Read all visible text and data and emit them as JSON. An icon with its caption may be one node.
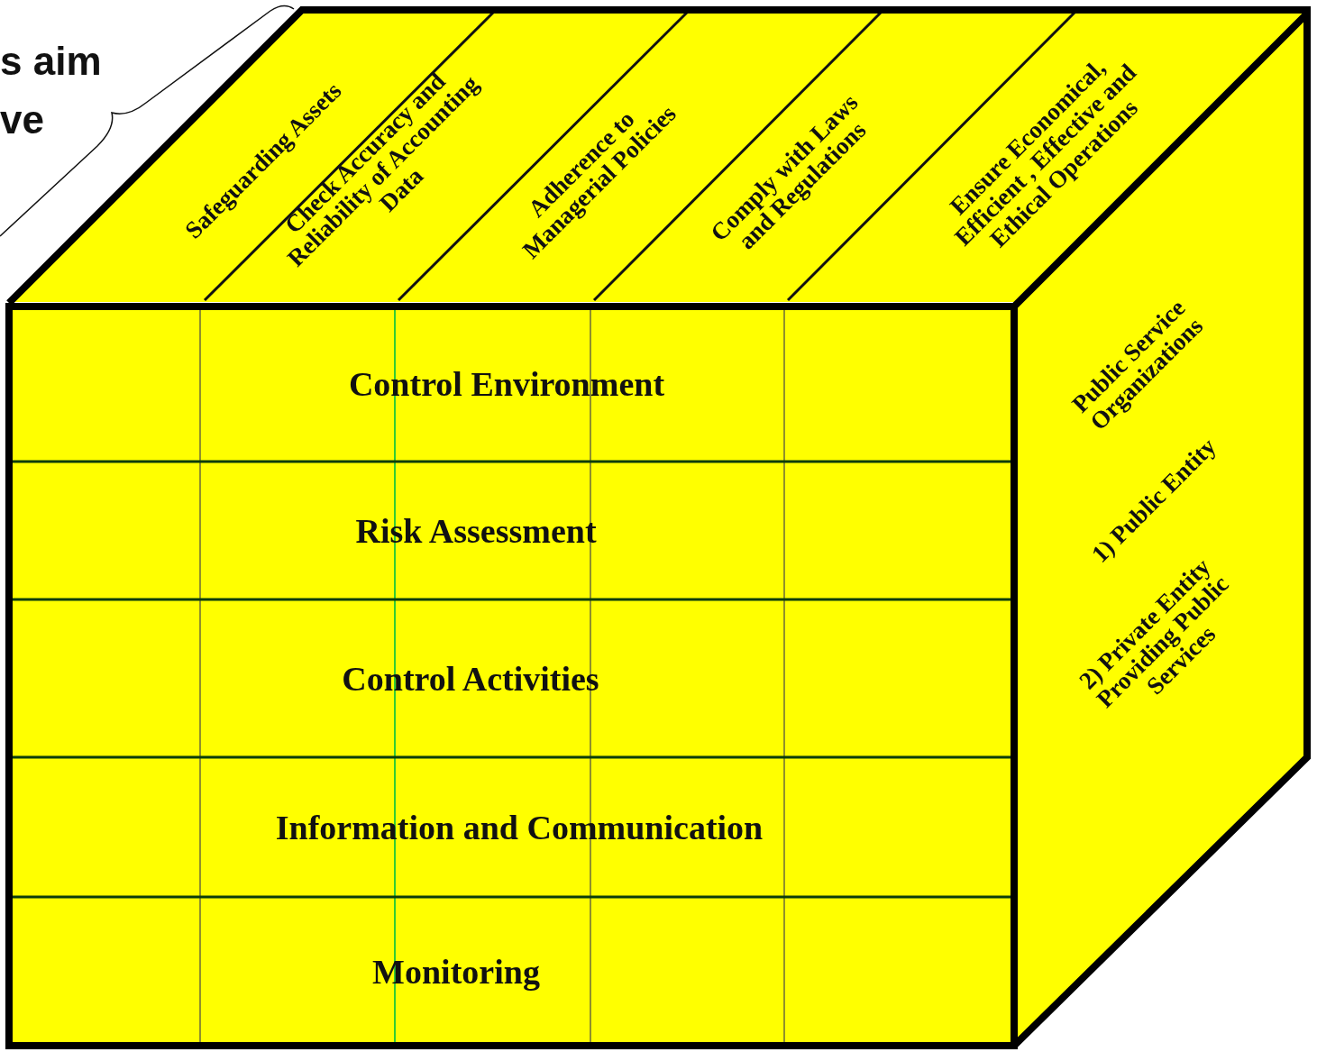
{
  "diagram": {
    "nodes": [
      {
        "text": [
          "Safeguarding Assets"
        ]
      },
      {
        "text": [
          "Check Accuracy and Reliability of Accounting Data"
        ]
      },
      {
        "text": [
          "Adherence to Managerial Policies"
        ]
      },
      {
        "text": [
          "Comply with Laws and Regulations"
        ]
      },
      {
        "text": [
          "Ensure Economical, Efficient , Effective and Ethical Operations"
        ]
      },
      {
        "text": [
          "Control Environment"
        ]
      },
      {
        "text": [
          "Risk Assessment"
        ]
      },
      {
        "text": [
          "Control Activities"
        ]
      },
      {
        "text": [
          "Information and Communication"
        ]
      },
      {
        "text": [
          "Monitoring"
        ]
      },
      {
        "text": [
          "Public Service Organizations",
          "1) Public Entity",
          "2) Private Entity Providing Public Services"
        ]
      }
    ],
    "labels": [
      "s aim ve"
    ]
  }
}
